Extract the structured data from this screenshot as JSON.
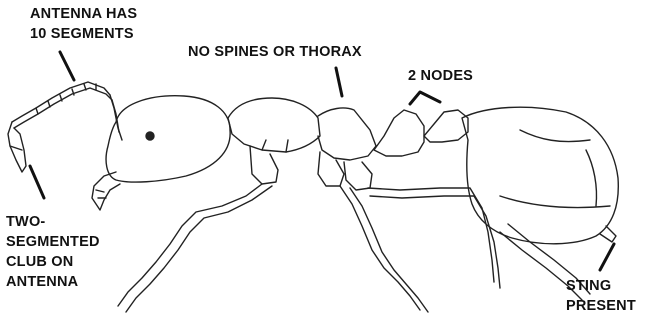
{
  "labels": {
    "antenna_segments": [
      "ANTENNA HAS",
      "10 SEGMENTS"
    ],
    "no_spines": [
      "NO SPINES OR THORAX"
    ],
    "two_nodes": [
      "2 NODES"
    ],
    "club": [
      "TWO-",
      "SEGMENTED",
      "CLUB ON",
      "ANTENNA"
    ],
    "sting": [
      "STING",
      "PRESENT"
    ]
  },
  "colors": {
    "ink": "#111111",
    "background": "#ffffff"
  }
}
